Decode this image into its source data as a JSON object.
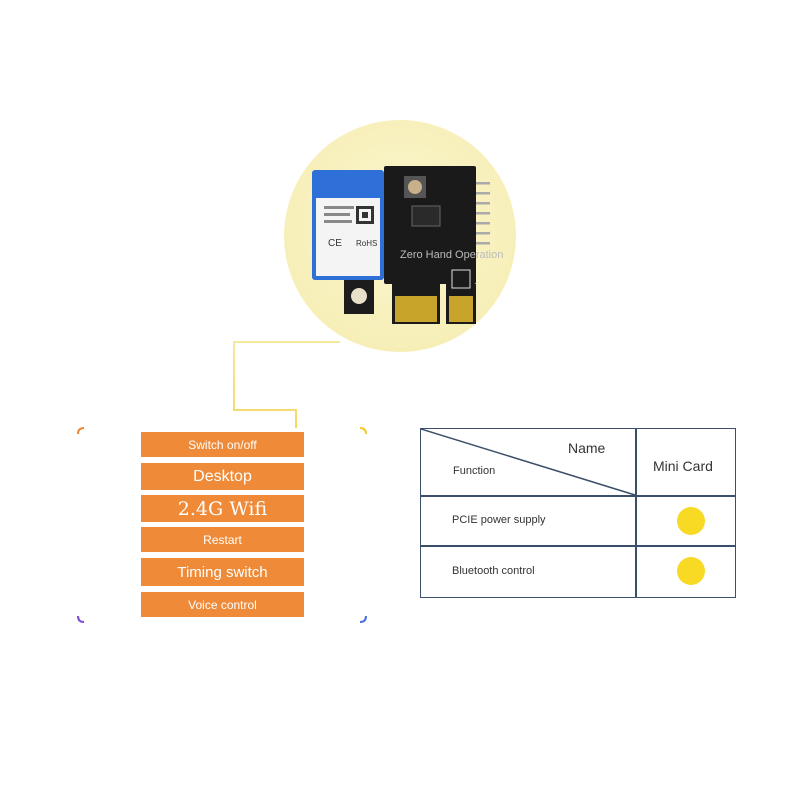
{
  "product": {
    "board_label_text": "Zero Hand Operation"
  },
  "features": {
    "items": [
      "Switch on/off",
      "Desktop",
      "2.4G Wifi",
      "Restart",
      "Timing switch",
      "Voice control"
    ]
  },
  "table": {
    "header_name": "Name",
    "header_function": "Function",
    "header_col": "Mini Card",
    "rows": [
      {
        "label": "PCIE power supply",
        "supported": true
      },
      {
        "label": "Bluetooth control",
        "supported": true
      }
    ]
  },
  "colors": {
    "feature_button_bg": "#ee8a38",
    "box_top_left": "#ee8a38",
    "box_top_right": "#f5c928",
    "box_bottom_left": "#7a4fd0",
    "box_bottom_right": "#4a6fe0",
    "dot_yellow": "#f8d924",
    "table_border": "#3c4f6a",
    "circle_bg": "#f7efb8"
  }
}
